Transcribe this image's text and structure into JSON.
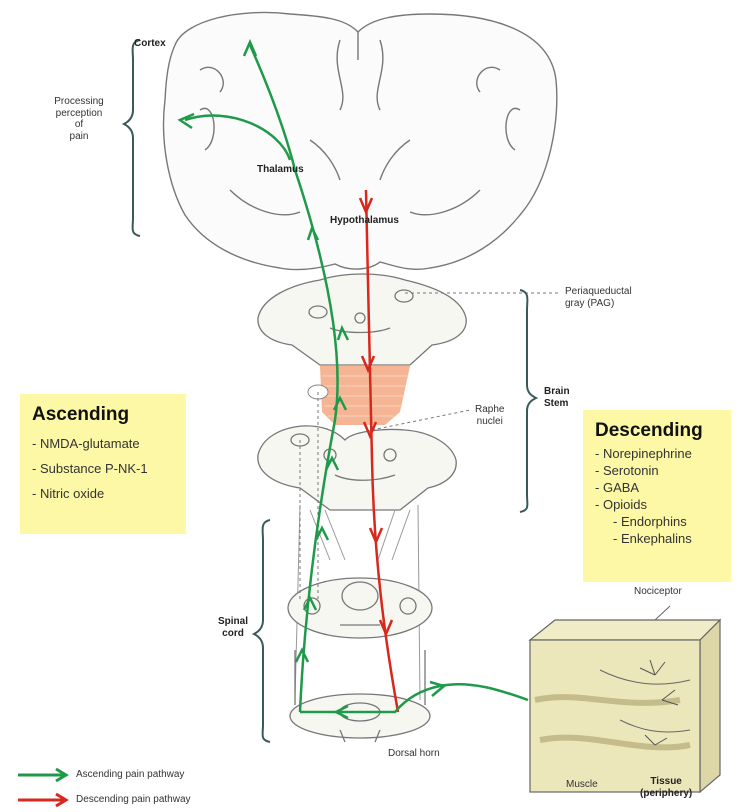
{
  "labels": {
    "cortex": "Cortex",
    "processing": [
      "Processing",
      "perception",
      "of",
      "pain"
    ],
    "thalamus": "Thalamus",
    "hypothalamus": "Hypothalamus",
    "pag": [
      "Periaqueductal",
      "gray (PAG)"
    ],
    "raphe": [
      "Raphe",
      "nuclei"
    ],
    "brain_stem": [
      "Brain",
      "Stem"
    ],
    "spinal_cord": [
      "Spinal",
      "cord"
    ],
    "nociceptor": "Nociceptor",
    "dorsal_horn": "Dorsal horn",
    "muscle": "Muscle",
    "tissue": [
      "Tissue",
      "(periphery)"
    ]
  },
  "ascending_box": {
    "title": "Ascending",
    "items": [
      "NMDA-glutamate",
      "Substance P-NK-1",
      "Nitric oxide"
    ]
  },
  "descending_box": {
    "title": "Descending",
    "items": [
      "Norepinephrine",
      "Serotonin",
      "GABA",
      "Opioids",
      "Endorphins",
      "Enkephalins"
    ]
  },
  "legend": {
    "ascending": "Ascending pain pathway",
    "descending": "Descending pain pathway"
  },
  "colors": {
    "ascending": "#1f9a4a",
    "descending": "#d8281e",
    "box_fill": "#fdf8a6",
    "raphe_region": "#f3a37a"
  }
}
